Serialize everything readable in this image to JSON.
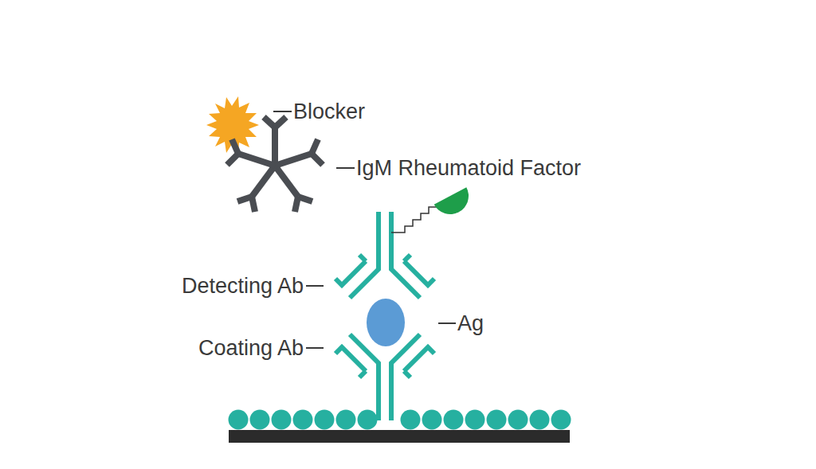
{
  "diagram": {
    "labels": [
      "Blocker",
      "IgM Rheumatoid Factor",
      "Detecting Ab",
      "Ag",
      "Coating Ab"
    ]
  }
}
